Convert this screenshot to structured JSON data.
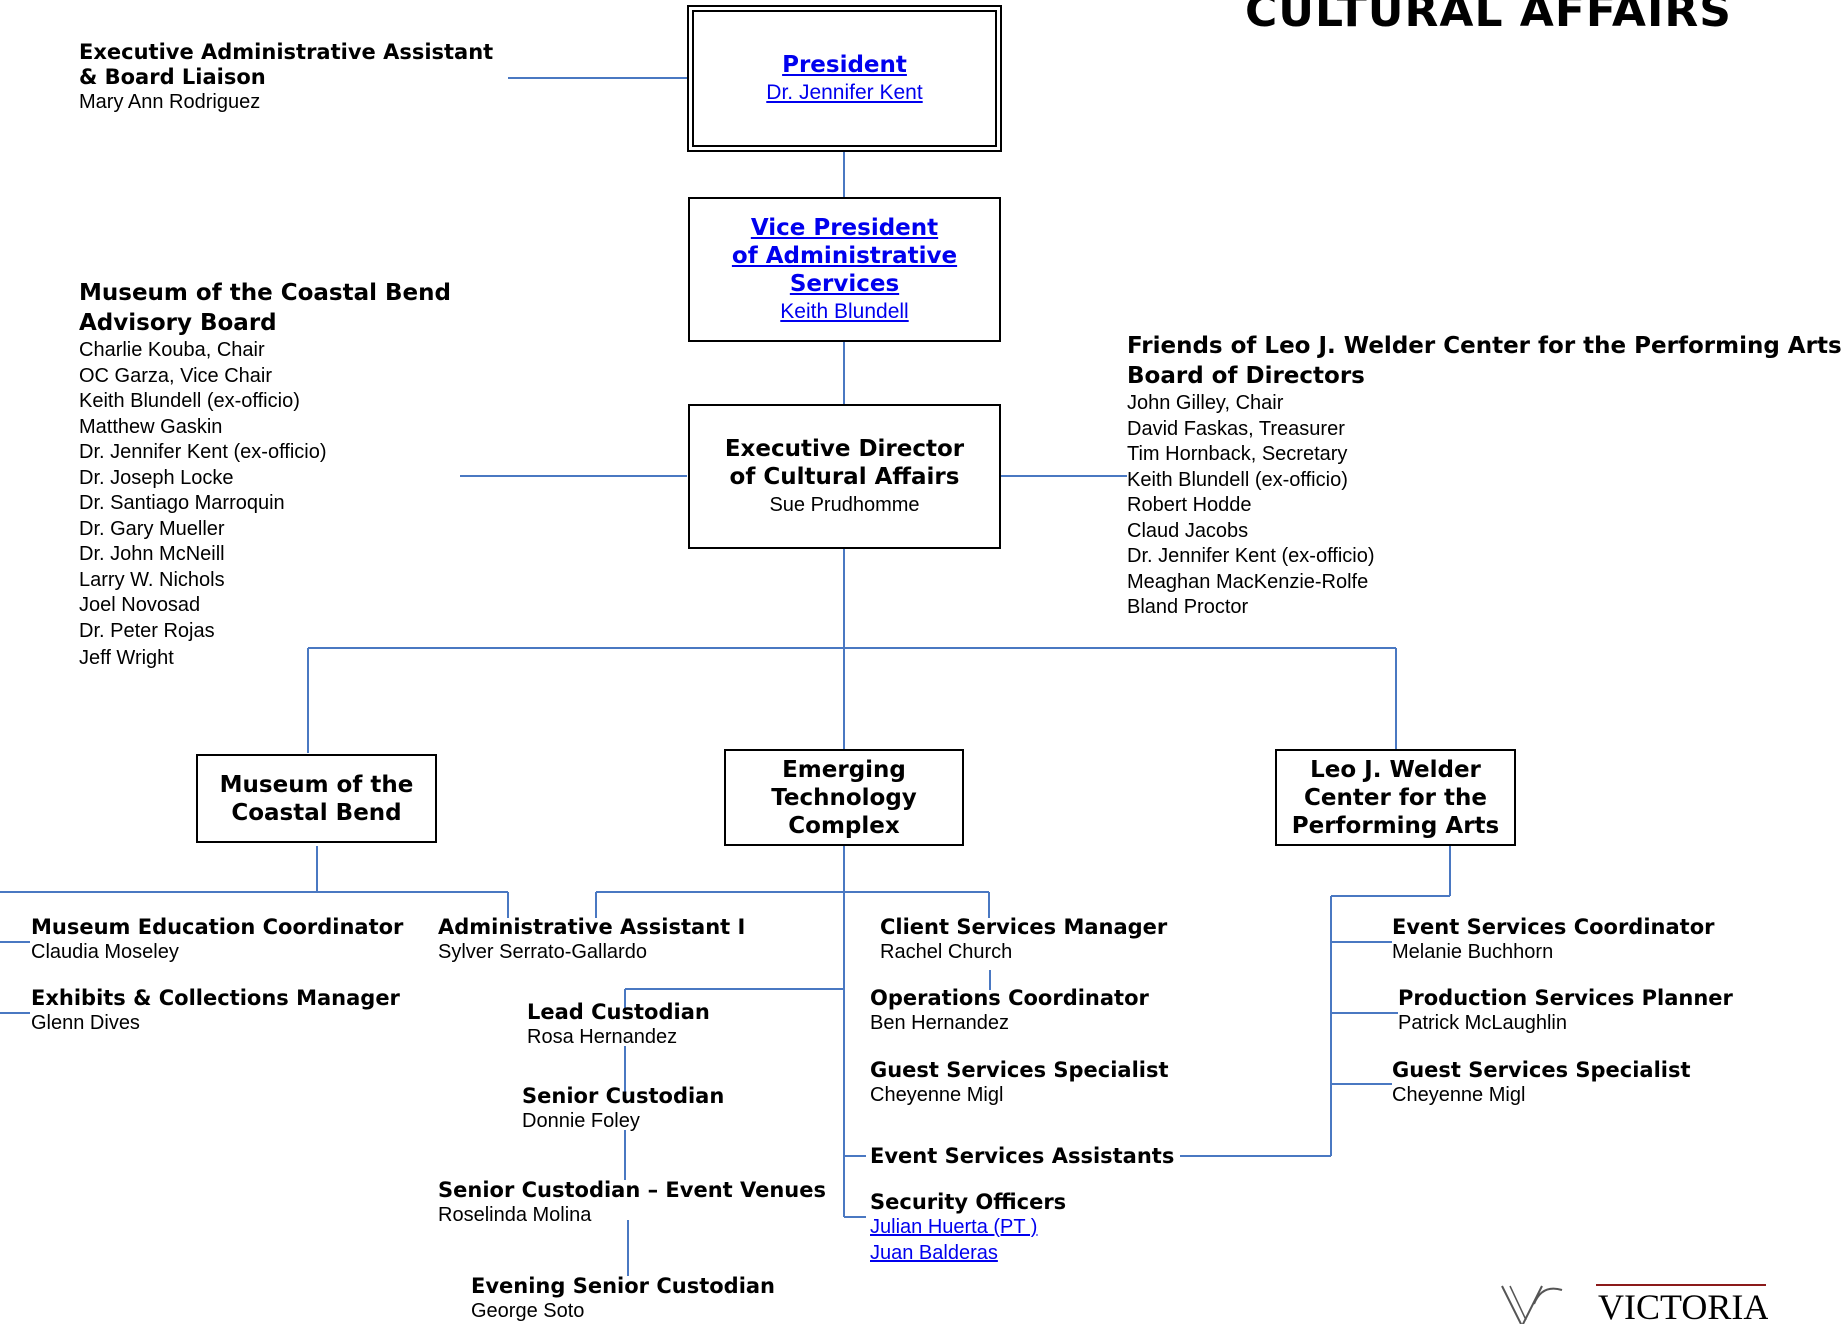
{
  "banner": "CULTURAL AFFAIRS",
  "president": {
    "title": "President",
    "name": "Dr. Jennifer Kent"
  },
  "vp": {
    "title_lines": [
      "Vice President",
      "of Administrative",
      "Services"
    ],
    "name": "Keith Blundell"
  },
  "exec_director": {
    "title_lines": [
      "Executive Director",
      "of Cultural Affairs"
    ],
    "name": "Sue Prudhomme"
  },
  "exec_assistant": {
    "title_lines": [
      "Executive Administrative Assistant",
      "& Board Liaison"
    ],
    "name": "Mary Ann Rodriguez"
  },
  "museum_board": {
    "title_lines": [
      "Museum of the Coastal Bend",
      "Advisory Board"
    ],
    "members": [
      "Charlie Kouba, Chair",
      "OC Garza, Vice Chair",
      "Keith Blundell (ex-officio)",
      "Matthew Gaskin",
      "Dr. Jennifer Kent (ex-officio)",
      "Dr. Joseph Locke",
      "Dr. Santiago Marroquin",
      "Dr. Gary Mueller",
      "Dr. John McNeill",
      "Larry W. Nichols",
      "Joel Novosad",
      "Dr. Peter Rojas",
      "Jeff Wright"
    ]
  },
  "friends_board": {
    "title_lines": [
      "Friends of Leo J. Welder Center for the Performing Arts",
      "Board of Directors"
    ],
    "members": [
      "John Gilley, Chair",
      "David Faskas, Treasurer",
      "Tim Hornback, Secretary",
      "Keith Blundell (ex-officio)",
      "Robert Hodde",
      "Claud Jacobs",
      "Dr. Jennifer Kent (ex-officio)",
      "Meaghan MacKenzie-Rolfe",
      "Bland Proctor"
    ]
  },
  "units": {
    "museum": [
      "Museum of the",
      "Coastal Bend"
    ],
    "etc": [
      "Emerging",
      "Technology",
      "Complex"
    ],
    "welder": [
      "Leo J. Welder",
      "Center for the",
      "Performing Arts"
    ]
  },
  "museum_staff": [
    {
      "title": "Museum Education Coordinator",
      "name": "Claudia Moseley"
    },
    {
      "title": "Exhibits & Collections Manager",
      "name": "Glenn Dives"
    }
  ],
  "admin_assistant": {
    "title": "Administrative Assistant I",
    "name": "Sylver Serrato-Gallardo"
  },
  "custodians": [
    {
      "title": "Lead Custodian",
      "name": "Rosa Hernandez"
    },
    {
      "title": "Senior Custodian",
      "name": "Donnie Foley"
    },
    {
      "title": "Senior Custodian – Event Venues",
      "name": "Roselinda Molina"
    },
    {
      "title": "Evening Senior Custodian",
      "name": "George Soto"
    }
  ],
  "etc_staff": [
    {
      "title": "Client Services Manager",
      "name": "Rachel Church"
    },
    {
      "title": "Operations Coordinator",
      "name": "Ben Hernandez"
    },
    {
      "title": "Guest Services Specialist",
      "name": "Cheyenne Migl"
    }
  ],
  "event_assistants": "Event Services Assistants",
  "security": {
    "title": "Security Officers",
    "names": [
      "Julian Huerta (PT )",
      "Juan Balderas"
    ]
  },
  "welder_staff": [
    {
      "title": "Event Services Coordinator",
      "name": "Melanie Buchhorn"
    },
    {
      "title": "Production Services Planner",
      "name": "Patrick McLaughlin"
    },
    {
      "title": "Guest Services Specialist",
      "name": "Cheyenne Migl"
    }
  ],
  "logo": {
    "text": "VICTORIA"
  },
  "colors": {
    "connector": "#4a78c2",
    "link": "#0000ee",
    "logo_rule": "#8b1a1a"
  }
}
